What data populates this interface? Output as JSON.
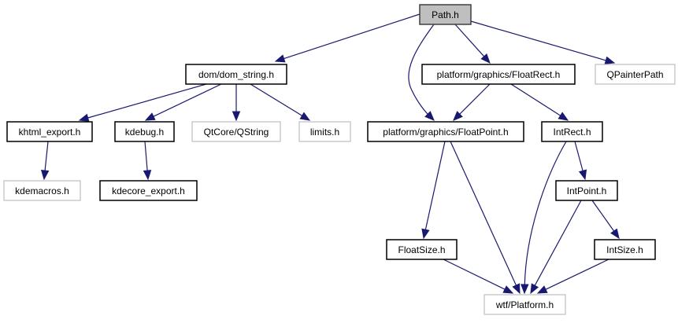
{
  "title": "Path.h include dependency graph",
  "colors": {
    "edge": "#191970",
    "root_fill": "#bfbfbf",
    "root_stroke": "#404040",
    "node_fill": "#ffffff",
    "documented_stroke": "#000000",
    "external_stroke": "#bfbfbf"
  },
  "nodes": [
    {
      "id": "path",
      "label": "Path.h",
      "kind": "root"
    },
    {
      "id": "dom_string",
      "label": "dom/dom_string.h",
      "kind": "documented"
    },
    {
      "id": "floatrect",
      "label": "platform/graphics/FloatRect.h",
      "kind": "documented"
    },
    {
      "id": "qpainterpath",
      "label": "QPainterPath",
      "kind": "external"
    },
    {
      "id": "khtml_export",
      "label": "khtml_export.h",
      "kind": "documented"
    },
    {
      "id": "kdebug",
      "label": "kdebug.h",
      "kind": "documented"
    },
    {
      "id": "qstring",
      "label": "QtCore/QString",
      "kind": "external"
    },
    {
      "id": "limits",
      "label": "limits.h",
      "kind": "external"
    },
    {
      "id": "floatpoint",
      "label": "platform/graphics/FloatPoint.h",
      "kind": "documented"
    },
    {
      "id": "intrect",
      "label": "IntRect.h",
      "kind": "documented"
    },
    {
      "id": "kdemacros",
      "label": "kdemacros.h",
      "kind": "external"
    },
    {
      "id": "kdecore_export",
      "label": "kdecore_export.h",
      "kind": "documented"
    },
    {
      "id": "intpoint",
      "label": "IntPoint.h",
      "kind": "documented"
    },
    {
      "id": "floatsize",
      "label": "FloatSize.h",
      "kind": "documented"
    },
    {
      "id": "intsize",
      "label": "IntSize.h",
      "kind": "documented"
    },
    {
      "id": "platform",
      "label": "wtf/Platform.h",
      "kind": "external"
    }
  ],
  "edges": [
    {
      "from": "path",
      "to": "dom_string"
    },
    {
      "from": "path",
      "to": "floatpoint"
    },
    {
      "from": "path",
      "to": "floatrect"
    },
    {
      "from": "path",
      "to": "qpainterpath"
    },
    {
      "from": "dom_string",
      "to": "khtml_export"
    },
    {
      "from": "dom_string",
      "to": "kdebug"
    },
    {
      "from": "dom_string",
      "to": "qstring"
    },
    {
      "from": "dom_string",
      "to": "limits"
    },
    {
      "from": "floatrect",
      "to": "floatpoint"
    },
    {
      "from": "floatrect",
      "to": "intrect"
    },
    {
      "from": "khtml_export",
      "to": "kdemacros"
    },
    {
      "from": "kdebug",
      "to": "kdecore_export"
    },
    {
      "from": "floatpoint",
      "to": "floatsize"
    },
    {
      "from": "floatpoint",
      "to": "platform"
    },
    {
      "from": "intrect",
      "to": "intpoint"
    },
    {
      "from": "intrect",
      "to": "platform"
    },
    {
      "from": "intpoint",
      "to": "intsize"
    },
    {
      "from": "intpoint",
      "to": "platform"
    },
    {
      "from": "floatsize",
      "to": "platform"
    },
    {
      "from": "intsize",
      "to": "platform"
    }
  ]
}
